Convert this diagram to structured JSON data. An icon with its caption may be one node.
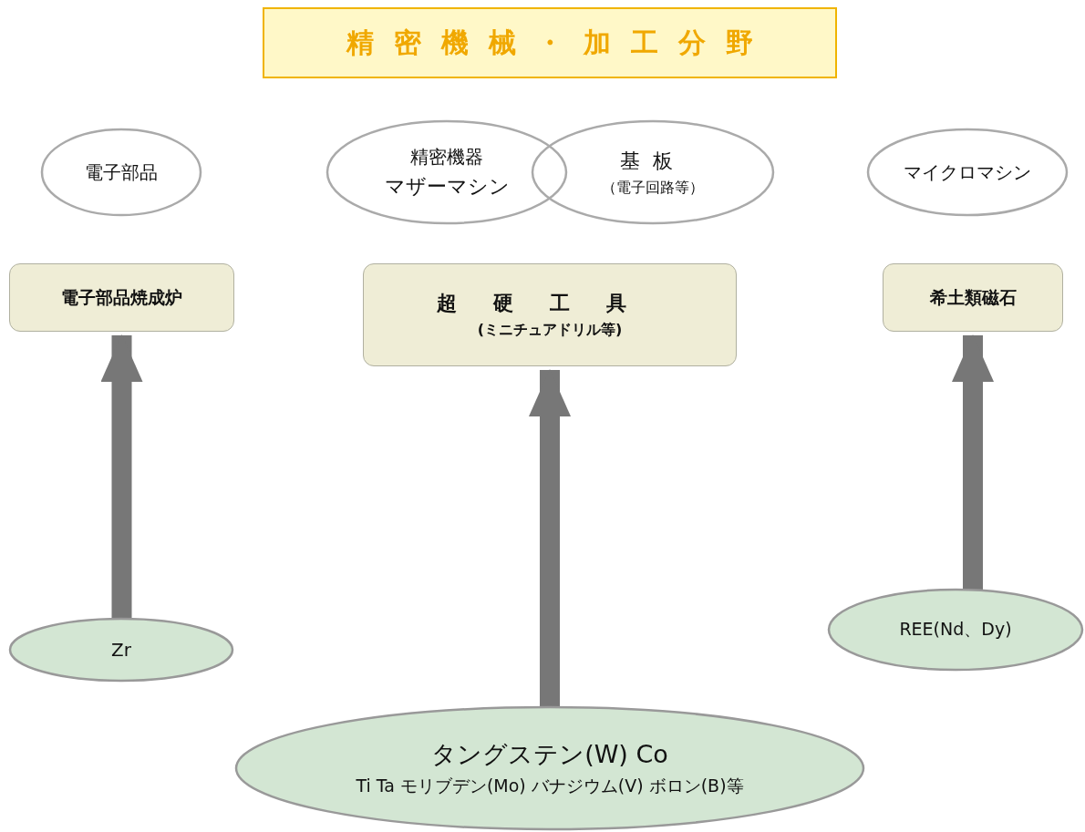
{
  "diagram": {
    "title": "精密機械・加工分野",
    "nodes": [
      {
        "text": [
          "電子部品"
        ]
      },
      {
        "text": [
          "精密機器",
          "マザーマシン"
        ]
      },
      {
        "text": [
          "基板",
          "（電子回路等）"
        ]
      },
      {
        "text": [
          "マイクロマシン"
        ]
      },
      {
        "text": [
          "電子部品焼成炉"
        ]
      },
      {
        "text": [
          "超硬工具",
          "(ミニチュアドリル等)"
        ]
      },
      {
        "text": [
          "希土類磁石"
        ]
      },
      {
        "text": [
          "Zr"
        ]
      },
      {
        "text": [
          "REE(Nd、Dy)"
        ]
      },
      {
        "text": [
          "タングステン(W)  Co",
          "Ti Ta  モリブデン(Mo) バナジウム(V) ボロン(B)等"
        ]
      }
    ],
    "edges": [
      {
        "from": 7,
        "to": 4,
        "arrow": "to"
      },
      {
        "from": 9,
        "to": 5,
        "arrow": "to"
      },
      {
        "from": 8,
        "to": 6,
        "arrow": "to"
      }
    ]
  }
}
